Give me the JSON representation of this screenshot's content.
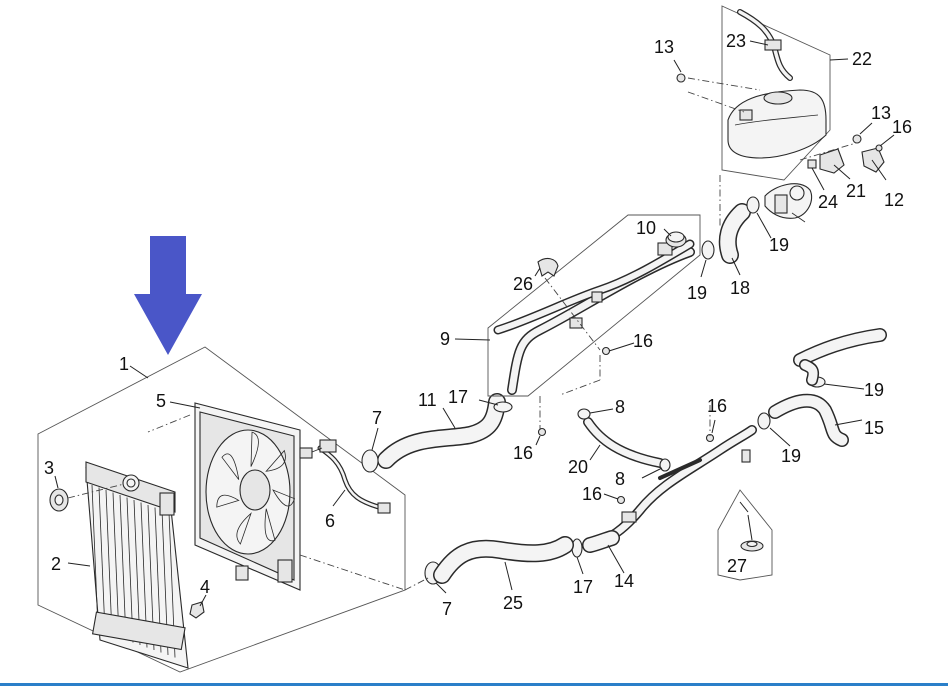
{
  "diagram": {
    "callouts": {
      "c1": "1",
      "c2": "2",
      "c3": "3",
      "c4": "4",
      "c5": "5",
      "c6": "6",
      "c7a": "7",
      "c7b": "7",
      "c8a": "8",
      "c8b": "8",
      "c9": "9",
      "c10": "10",
      "c11": "11",
      "c12": "12",
      "c13a": "13",
      "c13b": "13",
      "c14": "14",
      "c15": "15",
      "c16a": "16",
      "c16b": "16",
      "c16c": "16",
      "c16d": "16",
      "c16e": "16",
      "c17a": "17",
      "c17b": "17",
      "c18": "18",
      "c19a": "19",
      "c19b": "19",
      "c19c": "19",
      "c19d": "19",
      "c20": "20",
      "c21": "21",
      "c22": "22",
      "c23": "23",
      "c24": "24",
      "c25": "25",
      "c26": "26",
      "c27": "27"
    },
    "icons": {
      "indicator": "down-arrow-icon"
    },
    "colors": {
      "arrow": "#4a56c8",
      "bottom_rule": "#2a7fc9",
      "line": "#2a2a2a"
    }
  }
}
